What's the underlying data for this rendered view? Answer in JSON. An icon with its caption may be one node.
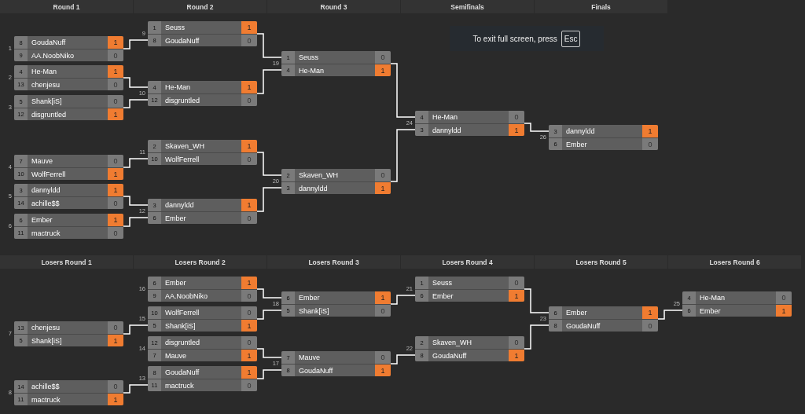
{
  "diagram": {
    "nodes": [
      {
        "text": [
          "8",
          "GoudaNuff",
          "1",
          "9",
          "AA.NoobNiko",
          "0"
        ],
        "beside": [
          "1"
        ]
      },
      {
        "text": [
          "4",
          "He-Man",
          "1",
          "13",
          "chenjesu",
          "0"
        ],
        "beside": [
          "2"
        ]
      },
      {
        "text": [
          "5",
          "Shank[iS]",
          "0",
          "12",
          "disgruntled",
          "1"
        ],
        "beside": [
          "3"
        ]
      },
      {
        "text": [
          "7",
          "Mauve",
          "0",
          "10",
          "WolfFerrell",
          "1"
        ],
        "beside": [
          "4"
        ]
      },
      {
        "text": [
          "3",
          "dannyldd",
          "1",
          "14",
          "achille$$",
          "0"
        ],
        "beside": [
          "5"
        ]
      },
      {
        "text": [
          "6",
          "Ember",
          "1",
          "11",
          "mactruck",
          "0"
        ],
        "beside": [
          "6"
        ]
      },
      {
        "text": [
          "1",
          "Seuss",
          "1",
          "8",
          "GoudaNuff",
          "0"
        ],
        "beside": [
          "9"
        ]
      },
      {
        "text": [
          "4",
          "He-Man",
          "1",
          "12",
          "disgruntled",
          "0"
        ],
        "beside": [
          "10"
        ]
      },
      {
        "text": [
          "2",
          "Skaven_WH",
          "1",
          "10",
          "WolfFerrell",
          "0"
        ],
        "beside": [
          "11"
        ]
      },
      {
        "text": [
          "3",
          "dannyldd",
          "1",
          "6",
          "Ember",
          "0"
        ],
        "beside": [
          "12"
        ]
      },
      {
        "text": [
          "1",
          "Seuss",
          "0",
          "4",
          "He-Man",
          "1"
        ],
        "beside": [
          "19"
        ]
      },
      {
        "text": [
          "2",
          "Skaven_WH",
          "0",
          "3",
          "dannyldd",
          "1"
        ],
        "beside": [
          "20"
        ]
      },
      {
        "text": [
          "4",
          "He-Man",
          "0",
          "3",
          "dannyldd",
          "1"
        ],
        "beside": [
          "24"
        ]
      },
      {
        "text": [
          "3",
          "dannyldd",
          "1",
          "6",
          "Ember",
          "0"
        ],
        "beside": [
          "26"
        ]
      },
      {
        "text": [
          "13",
          "chenjesu",
          "0",
          "5",
          "Shank[iS]",
          "1"
        ],
        "beside": [
          "7"
        ]
      },
      {
        "text": [
          "14",
          "achille$$",
          "0",
          "11",
          "mactruck",
          "1"
        ],
        "beside": [
          "8"
        ]
      },
      {
        "text": [
          "6",
          "Ember",
          "1",
          "9",
          "AA.NoobNiko",
          "0"
        ],
        "beside": [
          "16"
        ]
      },
      {
        "text": [
          "10",
          "WolfFerrell",
          "0",
          "5",
          "Shank[iS]",
          "1"
        ],
        "beside": [
          "15"
        ]
      },
      {
        "text": [
          "12",
          "disgruntled",
          "0",
          "7",
          "Mauve",
          "1"
        ],
        "beside": [
          "14"
        ]
      },
      {
        "text": [
          "8",
          "GoudaNuff",
          "1",
          "11",
          "mactruck",
          "0"
        ],
        "beside": [
          "13"
        ]
      },
      {
        "text": [
          "6",
          "Ember",
          "1",
          "5",
          "Shank[iS]",
          "0"
        ],
        "beside": [
          "18"
        ]
      },
      {
        "text": [
          "7",
          "Mauve",
          "0",
          "8",
          "GoudaNuff",
          "1"
        ],
        "beside": [
          "17"
        ]
      },
      {
        "text": [
          "1",
          "Seuss",
          "0",
          "6",
          "Ember",
          "1"
        ],
        "beside": [
          "21"
        ]
      },
      {
        "text": [
          "2",
          "Skaven_WH",
          "0",
          "8",
          "GoudaNuff",
          "1"
        ],
        "beside": [
          "22"
        ]
      },
      {
        "text": [
          "6",
          "Ember",
          "1",
          "8",
          "GoudaNuff",
          "0"
        ],
        "beside": [
          "23"
        ]
      },
      {
        "text": [
          "4",
          "He-Man",
          "0",
          "6",
          "Ember",
          "1"
        ],
        "beside": [
          "25"
        ]
      }
    ],
    "edges": [
      {
        "from": 0,
        "to": 6,
        "arrow": "none"
      },
      {
        "from": 1,
        "to": 7,
        "arrow": "none"
      },
      {
        "from": 2,
        "to": 7,
        "arrow": "none"
      },
      {
        "from": 3,
        "to": 8,
        "arrow": "none"
      },
      {
        "from": 4,
        "to": 9,
        "arrow": "none"
      },
      {
        "from": 5,
        "to": 9,
        "arrow": "none"
      },
      {
        "from": 6,
        "to": 10,
        "arrow": "none"
      },
      {
        "from": 7,
        "to": 10,
        "arrow": "none"
      },
      {
        "from": 8,
        "to": 11,
        "arrow": "none"
      },
      {
        "from": 9,
        "to": 11,
        "arrow": "none"
      },
      {
        "from": 10,
        "to": 12,
        "arrow": "none"
      },
      {
        "from": 11,
        "to": 12,
        "arrow": "none"
      },
      {
        "from": 12,
        "to": 13,
        "arrow": "none"
      },
      {
        "from": 14,
        "to": 17,
        "arrow": "none"
      },
      {
        "from": 15,
        "to": 19,
        "arrow": "none"
      },
      {
        "from": 16,
        "to": 20,
        "arrow": "none"
      },
      {
        "from": 17,
        "to": 20,
        "arrow": "none"
      },
      {
        "from": 18,
        "to": 21,
        "arrow": "none"
      },
      {
        "from": 19,
        "to": 21,
        "arrow": "none"
      },
      {
        "from": 20,
        "to": 22,
        "arrow": "none"
      },
      {
        "from": 21,
        "to": 23,
        "arrow": "none"
      },
      {
        "from": 22,
        "to": 24,
        "arrow": "none"
      },
      {
        "from": 23,
        "to": 24,
        "arrow": "none"
      },
      {
        "from": 24,
        "to": 25,
        "arrow": "none"
      }
    ],
    "labels": [
      "Round 1",
      "Round 2",
      "Round 3",
      "Semifinals",
      "Finals",
      "To exit full screen, press",
      "Esc",
      "Losers Round 1",
      "Losers Round 2",
      "Losers Round 3",
      "Losers Round 4",
      "Losers Round 5",
      "Losers Round 6"
    ]
  }
}
